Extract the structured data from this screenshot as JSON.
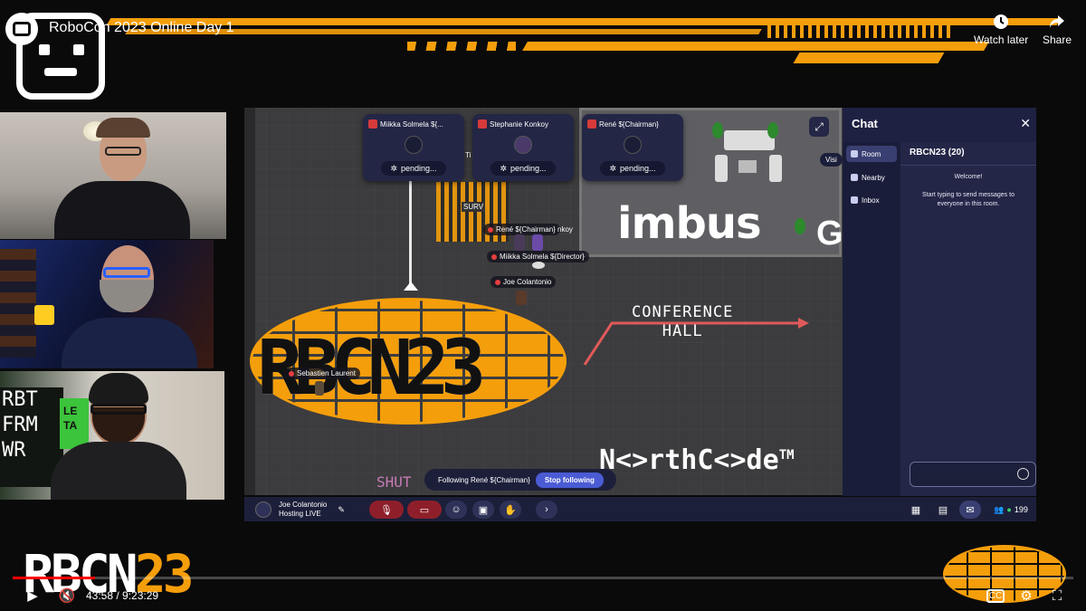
{
  "video": {
    "title": "RoboCon 2023 Online Day 1",
    "watch_later": "Watch later",
    "share": "Share",
    "time": "43:58 / 9:23:29",
    "progress": 0.078
  },
  "colors": {
    "brand_orange": "#f59e0b",
    "chat_bg": "#1e2142",
    "toolbar_bg": "#1c1f3a",
    "accent_blue": "#4a5bd4",
    "progress_red": "#ff0000"
  },
  "game": {
    "pending_cards": [
      {
        "name": "Miikka Solmela ${...",
        "status": "pending..."
      },
      {
        "name": "Stephanie Konkoy",
        "status": "pending..."
      },
      {
        "name": "René ${Chairman}",
        "status": "pending..."
      }
    ],
    "name_tags": {
      "rene": "René ${Chairman}",
      "konkoy": "nkoy",
      "miikka": "Miikka Solmela ${Director}",
      "joe": "Joe Colantonio",
      "sebastien": "Sebastien Laurent",
      "visit": "Visi",
      "ti": "Ti"
    },
    "signs": {
      "imbus": "imbus",
      "conference": "CONFERENCE",
      "hall": "HALL",
      "northcode": "N<>rthC<>de",
      "tm": "TM",
      "shut": "SHUT",
      "survey": "SURV",
      "g": "G"
    },
    "rbcn_logo": "RBCN23",
    "follow": {
      "label": "Following René ${Chairman}",
      "stop": "Stop following"
    }
  },
  "toolbar": {
    "user_name": "Joe Colantonio",
    "user_status": "Hosting LIVE",
    "online_count": "199"
  },
  "chat": {
    "title": "Chat",
    "tabs": [
      "Room",
      "Nearby",
      "Inbox"
    ],
    "room_name": "RBCN23 (20)",
    "welcome_title": "Welcome!",
    "welcome_text": "Start typing to send messages to everyone in this room."
  },
  "webcams": {
    "cam3_sign": [
      "RBT",
      "FRM",
      "WR"
    ],
    "cam3_sign2": [
      "LE",
      "TA"
    ]
  },
  "brand": {
    "rbcn_main": "RBCN",
    "rbcn_num": "23"
  },
  "icons": [
    "robot-logo-icon",
    "clock-icon",
    "share-icon",
    "play-icon",
    "mute-icon",
    "cc-icon",
    "settings-icon",
    "fullscreen-icon",
    "smiley-icon",
    "screen-share-icon",
    "hand-icon",
    "chevron-right-icon",
    "chat-icon",
    "calendar-icon",
    "people-icon",
    "close-icon",
    "pencil-icon"
  ]
}
